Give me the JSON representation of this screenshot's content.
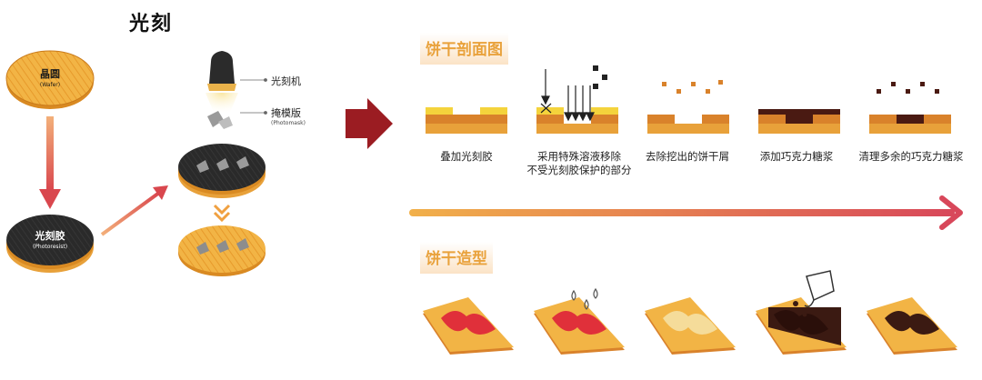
{
  "title": "光刻",
  "wafer": {
    "label": "晶圆",
    "sub": "(Wafer)"
  },
  "photoresist": {
    "label": "光刻胶",
    "sub": "(Photoresist)"
  },
  "machine": {
    "label": "光刻机"
  },
  "mask": {
    "label": "掩模版",
    "sub": "(Photomask)"
  },
  "cross_section": {
    "title": "饼干剖面图",
    "steps": [
      {
        "label": "叠加光刻胶"
      },
      {
        "label": "采用特殊溶液移除",
        "label2": "不受光刻胶保护的部分"
      },
      {
        "label": "去除挖出的饼干屑"
      },
      {
        "label": "添加巧克力糖浆"
      },
      {
        "label": "清理多余的巧克力糖浆"
      }
    ]
  },
  "shaping": {
    "title": "饼干造型"
  },
  "colors": {
    "orange": "#e8a13a",
    "dark_orange": "#d9822b",
    "yellow": "#f4d33c",
    "chocolate": "#4a1a12",
    "red": "#e0303a",
    "arrow_red": "#9b1c22"
  }
}
